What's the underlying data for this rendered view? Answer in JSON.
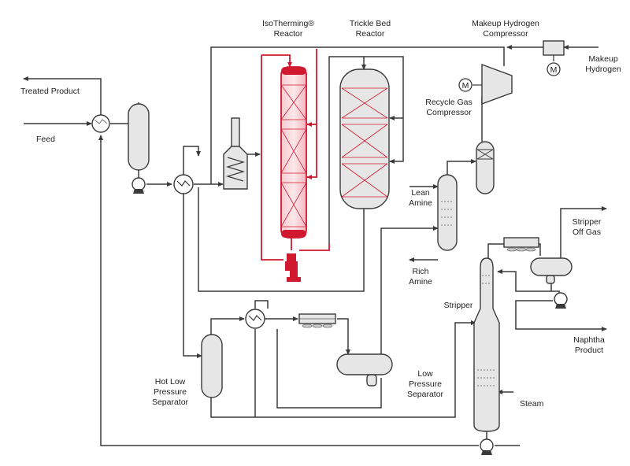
{
  "labels": {
    "isotherming_reactor": "IsoTherming®",
    "isotherming_reactor_2": "Reactor",
    "trickle_bed": "Trickle Bed",
    "trickle_bed_2": "Reactor",
    "makeup_compressor": "Makeup Hydrogen",
    "makeup_compressor_2": "Compressor",
    "makeup_hydrogen": "Makeup",
    "makeup_hydrogen_2": "Hydrogen",
    "treated_product": "Treated Product",
    "feed": "Feed",
    "recycle_compressor": "Recycle Gas",
    "recycle_compressor_2": "Compressor",
    "lean_amine": "Lean",
    "lean_amine_2": "Amine",
    "rich_amine": "Rich",
    "rich_amine_2": "Amine",
    "stripper_off_gas": "Stripper",
    "stripper_off_gas_2": "Off Gas",
    "stripper": "Stripper",
    "naphtha_product": "Naphtha",
    "naphtha_product_2": "Product",
    "hot_lp_sep": "Hot Low",
    "hot_lp_sep_2": "Pressure",
    "hot_lp_sep_3": "Separator",
    "low_p_sep": "Low",
    "low_p_sep_2": "Pressure",
    "low_p_sep_3": "Separator",
    "steam": "Steam",
    "motor_symbol": "M"
  },
  "colors": {
    "accent_red": "#d0182f",
    "vessel_fill": "#e6e6e6",
    "line": "#3a3a3a"
  }
}
